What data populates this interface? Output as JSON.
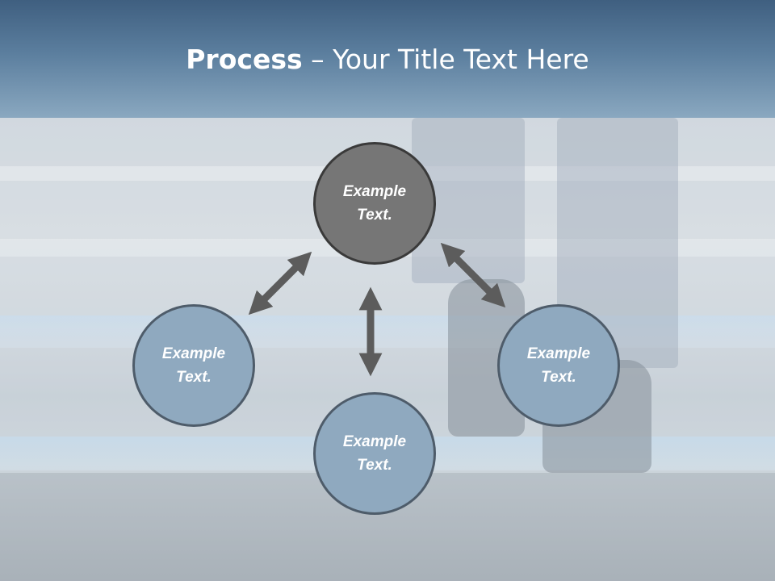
{
  "title": {
    "bold": "Process",
    "rest": " – Your Title Text Here"
  },
  "nodes": {
    "top": "Example\nText.",
    "left": "Example\nText.",
    "right": "Example\nText.",
    "bottom": "Example\nText."
  },
  "colors": {
    "header": "#4a6b8c",
    "node_top": "#767676",
    "node_blue": "#8fa9bf",
    "arrow": "#5c5c5c"
  }
}
